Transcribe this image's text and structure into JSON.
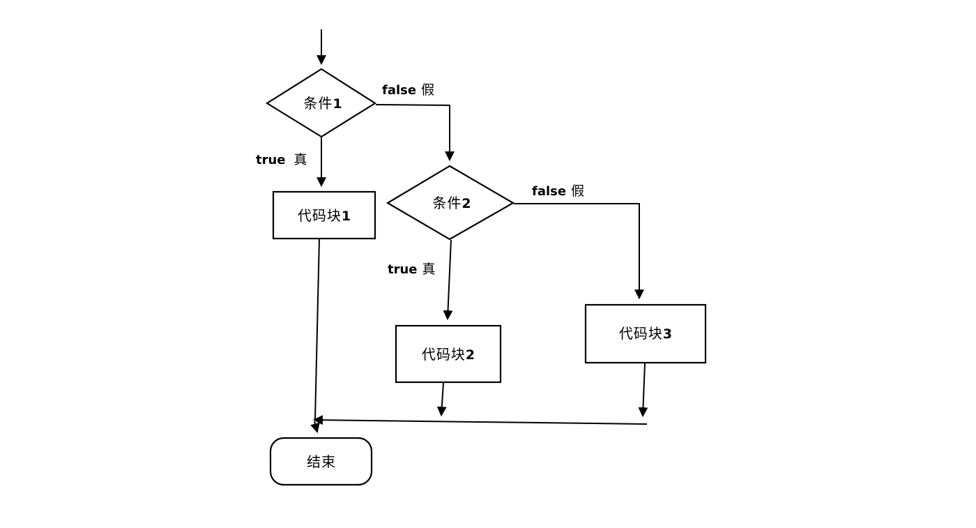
{
  "nodes": {
    "cond1": {
      "text": "条件",
      "num": "1"
    },
    "cond2": {
      "text": "条件",
      "num": "2"
    },
    "block1": {
      "text": "代码块",
      "num": "1"
    },
    "block2": {
      "text": "代码块",
      "num": "2"
    },
    "block3": {
      "text": "代码块",
      "num": "3"
    },
    "end": {
      "text": "结束",
      "num": ""
    }
  },
  "edge_labels": {
    "cond1_false": {
      "en": "false",
      "zh": "假"
    },
    "cond1_true": {
      "en": "true",
      "zh": "真"
    },
    "cond2_false": {
      "en": "false",
      "zh": "假"
    },
    "cond2_true": {
      "en": "true",
      "zh": "真"
    }
  },
  "edges": [
    {
      "from": "start",
      "to": "cond1",
      "label": ""
    },
    {
      "from": "cond1",
      "to": "block1",
      "label": "true 真"
    },
    {
      "from": "cond1",
      "to": "cond2",
      "label": "false 假"
    },
    {
      "from": "cond2",
      "to": "block2",
      "label": "true 真"
    },
    {
      "from": "cond2",
      "to": "block3",
      "label": "false 假"
    },
    {
      "from": "block1",
      "to": "end",
      "label": ""
    },
    {
      "from": "block2",
      "to": "end",
      "label": ""
    },
    {
      "from": "block3",
      "to": "end",
      "label": ""
    }
  ],
  "colors": {
    "stroke": "#000000",
    "background": "#ffffff",
    "text": "#000000"
  }
}
